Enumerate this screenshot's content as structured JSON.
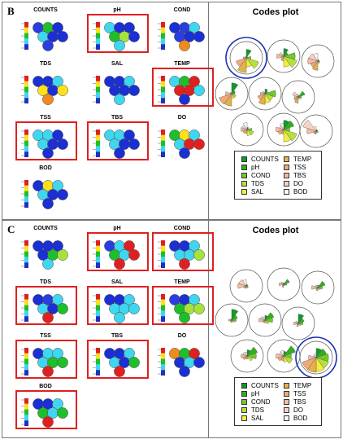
{
  "panels": [
    {
      "letter": "B",
      "maps": [
        {
          "label": "COUNTS",
          "highlighted": false,
          "colorbar": true,
          "cells": [
            "#2b3de0",
            "#1dbf2a",
            "#1a2fd4",
            "#3fd6f0",
            "#1a2fd4",
            "#1a2fd4",
            "#2b3de0"
          ]
        },
        {
          "label": "pH",
          "highlighted": true,
          "colorbar": true,
          "cells": [
            "#3fd6f0",
            "#1a2fd4",
            "#1a2fd4",
            "#1dbf2a",
            "#a5e33c",
            "#1a2fd4",
            "#3fd6f0"
          ]
        },
        {
          "label": "COND",
          "highlighted": false,
          "colorbar": true,
          "cells": [
            "#1a2fd4",
            "#2b3de0",
            "#3fd6f0",
            "#2b3de0",
            "#1a2fd4",
            "#1a2fd4",
            "#f08a1e"
          ]
        },
        {
          "label": "TDS",
          "highlighted": false,
          "colorbar": true,
          "cells": [
            "#1a2fd4",
            "#1a2fd4",
            "#3fd6f0",
            "#ffe11a",
            "#1a2fd4",
            "#ffe11a",
            "#f08a1e"
          ]
        },
        {
          "label": "SAL",
          "highlighted": false,
          "colorbar": true,
          "cells": [
            "#1a2fd4",
            "#1a2fd4",
            "#3fd6f0",
            "#1a2fd4",
            "#1a2fd4",
            "#1a2fd4",
            "#3fd6f0"
          ]
        },
        {
          "label": "TEMP",
          "highlighted": true,
          "colorbar": true,
          "cells": [
            "#3fd6f0",
            "#1dbf2a",
            "#e02020",
            "#e02020",
            "#e02020",
            "#3fd6f0",
            "#1a2fd4"
          ]
        },
        {
          "label": "TSS",
          "highlighted": true,
          "colorbar": true,
          "cells": [
            "#3fd6f0",
            "#3fd6f0",
            "#1a2fd4",
            "#3fd6f0",
            "#1a2fd4",
            "#1a2fd4",
            "#1a2fd4"
          ]
        },
        {
          "label": "TBS",
          "highlighted": true,
          "colorbar": true,
          "cells": [
            "#3fd6f0",
            "#3fd6f0",
            "#1a2fd4",
            "#3fd6f0",
            "#1a2fd4",
            "#1a2fd4",
            "#1a2fd4"
          ]
        },
        {
          "label": "DO",
          "highlighted": false,
          "colorbar": true,
          "cells": [
            "#1dbf2a",
            "#ffe11a",
            "#3fd6f0",
            "#3fd6f0",
            "#e02020",
            "#e02020",
            "#1a2fd4"
          ]
        },
        {
          "label": "BOD",
          "highlighted": false,
          "colorbar": true,
          "cells": [
            "#1a2fd4",
            "#ffe11a",
            "#3fd6f0",
            "#3fd6f0",
            "#1a2fd4",
            "#1a2fd4",
            "#1a2fd4"
          ]
        }
      ],
      "codes_plot": {
        "title": "Codes plot",
        "cells": [
          {
            "highlighted": true,
            "values": [
              0.55,
              0.1,
              0.3,
              0.85,
              0.6,
              0.95,
              0.7,
              0.2,
              0.1,
              0.1
            ]
          },
          {
            "highlighted": false,
            "values": [
              0.5,
              0.3,
              0.75,
              0.9,
              0.7,
              0.3,
              0.2,
              0.45,
              0.3,
              0.15
            ]
          },
          {
            "highlighted": false,
            "values": [
              0.1,
              0.1,
              0.1,
              0.15,
              0.15,
              0.6,
              0.5,
              0.65,
              0.6,
              0.5
            ]
          },
          {
            "highlighted": false,
            "values": [
              0.7,
              0.25,
              0.2,
              0.3,
              0.3,
              0.8,
              0.85,
              0.4,
              0.1,
              0.1
            ]
          },
          {
            "highlighted": false,
            "values": [
              0.3,
              0.2,
              0.7,
              0.55,
              0.6,
              0.7,
              0.5,
              0.3,
              0.2,
              0.1
            ]
          },
          {
            "highlighted": false,
            "values": [
              0.1,
              0.45,
              0.2,
              0.2,
              0.1,
              0.4,
              0.3,
              0.25,
              0.4,
              0.2
            ]
          },
          {
            "highlighted": false,
            "values": [
              0.15,
              0.1,
              0.3,
              0.45,
              0.4,
              0.25,
              0.3,
              0.4,
              0.35,
              0.45
            ]
          },
          {
            "highlighted": false,
            "values": [
              0.6,
              0.7,
              0.4,
              0.9,
              0.8,
              0.3,
              0.4,
              0.5,
              0.3,
              0.4
            ]
          },
          {
            "highlighted": false,
            "values": [
              0.1,
              0.1,
              0.1,
              0.15,
              0.1,
              0.2,
              0.2,
              0.6,
              0.9,
              0.3
            ]
          }
        ]
      }
    },
    {
      "letter": "C",
      "maps": [
        {
          "label": "COUNTS",
          "highlighted": false,
          "colorbar": true,
          "cells": [
            "#1a2fd4",
            "#1a2fd4",
            "#1a2fd4",
            "#1a2fd4",
            "#1dbf2a",
            "#a5e33c",
            "#3fd6f0"
          ]
        },
        {
          "label": "pH",
          "highlighted": true,
          "colorbar": true,
          "cells": [
            "#2b3de0",
            "#3fd6f0",
            "#e02020",
            "#1dbf2a",
            "#3fd6f0",
            "#e02020",
            "#e02020"
          ]
        },
        {
          "label": "COND",
          "highlighted": true,
          "colorbar": true,
          "cells": [
            "#1a2fd4",
            "#1a2fd4",
            "#3fd6f0",
            "#3fd6f0",
            "#3fd6f0",
            "#a5e33c",
            "#e02020"
          ]
        },
        {
          "label": "TDS",
          "highlighted": true,
          "colorbar": true,
          "cells": [
            "#1a2fd4",
            "#2b3de0",
            "#3fd6f0",
            "#3fd6f0",
            "#1a2fd4",
            "#1dbf2a",
            "#e02020"
          ]
        },
        {
          "label": "SAL",
          "highlighted": true,
          "colorbar": true,
          "cells": [
            "#1a2fd4",
            "#1a2fd4",
            "#3fd6f0",
            "#3fd6f0",
            "#3fd6f0",
            "#3fd6f0",
            "#3fd6f0"
          ]
        },
        {
          "label": "TEMP",
          "highlighted": true,
          "colorbar": true,
          "cells": [
            "#2b3de0",
            "#1a2fd4",
            "#3fd6f0",
            "#1dbf2a",
            "#a5e33c",
            "#a5e33c",
            "#1dbf2a"
          ]
        },
        {
          "label": "TSS",
          "highlighted": true,
          "colorbar": true,
          "cells": [
            "#1a2fd4",
            "#3fd6f0",
            "#3fd6f0",
            "#3fd6f0",
            "#1dbf2a",
            "#1dbf2a",
            "#e02020"
          ]
        },
        {
          "label": "TBS",
          "highlighted": true,
          "colorbar": true,
          "cells": [
            "#1a2fd4",
            "#1a2fd4",
            "#3fd6f0",
            "#3fd6f0",
            "#1a2fd4",
            "#1dbf2a",
            "#e02020"
          ]
        },
        {
          "label": "DO",
          "highlighted": false,
          "colorbar": true,
          "cells": [
            "#f08a1e",
            "#1dbf2a",
            "#e02020",
            "#1a2fd4",
            "#3fd6f0",
            "#1a2fd4",
            "#1a2fd4"
          ]
        },
        {
          "label": "BOD",
          "highlighted": true,
          "colorbar": true,
          "cells": [
            "#1a2fd4",
            "#1a2fd4",
            "#3fd6f0",
            "#1dbf2a",
            "#3fd6f0",
            "#1dbf2a",
            "#e02020"
          ]
        }
      ],
      "codes_plot": {
        "title": "Codes plot",
        "cells": [
          {
            "highlighted": false,
            "values": [
              0.1,
              0.1,
              0.1,
              0.15,
              0.15,
              0.15,
              0.2,
              0.55,
              0.5,
              0.4
            ]
          },
          {
            "highlighted": false,
            "values": [
              0.1,
              0.4,
              0.2,
              0.1,
              0.1,
              0.2,
              0.1,
              0.3,
              0.2,
              0.1
            ]
          },
          {
            "highlighted": false,
            "values": [
              0.15,
              0.5,
              0.3,
              0.2,
              0.1,
              0.2,
              0.15,
              0.4,
              0.2,
              0.15
            ]
          },
          {
            "highlighted": false,
            "values": [
              0.7,
              0.4,
              0.3,
              0.2,
              0.1,
              0.15,
              0.1,
              0.2,
              0.1,
              0.1
            ]
          },
          {
            "highlighted": false,
            "values": [
              0.3,
              0.6,
              0.5,
              0.3,
              0.2,
              0.15,
              0.2,
              0.4,
              0.3,
              0.2
            ]
          },
          {
            "highlighted": false,
            "values": [
              0.6,
              0.4,
              0.3,
              0.2,
              0.1,
              0.2,
              0.1,
              0.3,
              0.2,
              0.1
            ]
          },
          {
            "highlighted": false,
            "values": [
              0.4,
              0.7,
              0.6,
              0.4,
              0.2,
              0.2,
              0.3,
              0.4,
              0.3,
              0.25
            ]
          },
          {
            "highlighted": false,
            "values": [
              0.3,
              0.8,
              0.5,
              0.6,
              0.4,
              0.3,
              0.4,
              0.5,
              0.3,
              0.35
            ]
          },
          {
            "highlighted": true,
            "values": [
              0.6,
              0.7,
              0.8,
              0.85,
              0.9,
              0.95,
              0.95,
              0.5,
              0.2,
              0.25
            ]
          }
        ]
      }
    }
  ],
  "legend": [
    {
      "label": "COUNTS",
      "color": "#0f9a2a"
    },
    {
      "label": "pH",
      "color": "#2fb01c"
    },
    {
      "label": "COND",
      "color": "#6ec92a"
    },
    {
      "label": "TDS",
      "color": "#b7e03c"
    },
    {
      "label": "SAL",
      "color": "#f4ee3a"
    },
    {
      "label": "TEMP",
      "color": "#e2b24a"
    },
    {
      "label": "TSS",
      "color": "#f0a878"
    },
    {
      "label": "TBS",
      "color": "#f4bca4"
    },
    {
      "label": "DO",
      "color": "#f6d2c6"
    },
    {
      "label": "BOD",
      "color": "#fdf6f2"
    }
  ],
  "colors": {
    "highlight_frame": "#e02020",
    "highlight_ring": "#1a2fb8",
    "colorbar": [
      "#2030c0",
      "#3fd6f0",
      "#1dbf2a",
      "#ffe11a",
      "#e02020"
    ]
  }
}
